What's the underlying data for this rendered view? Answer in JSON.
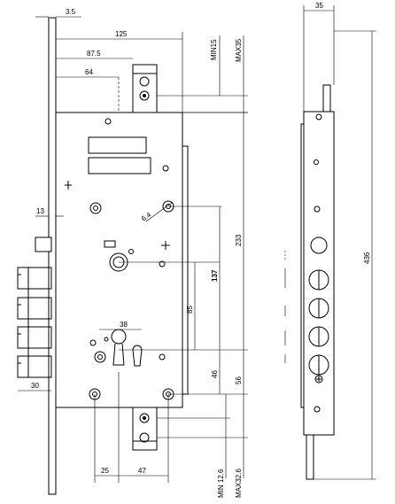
{
  "dimensions": {
    "backset_3_5": "3.5",
    "width_125": "125",
    "width_87_5": "87.5",
    "width_64": "64",
    "min_15": "MIN15",
    "max_35": "MAX35",
    "angle_6_4": "6.4",
    "offset_13": "13",
    "height_233": "233",
    "height_137": "137",
    "height_85": "85",
    "width_38": "38",
    "height_46": "46",
    "height_56": "56",
    "width_30": "30",
    "width_25": "25",
    "width_47": "47",
    "min_12_6": "MIN 12.6",
    "max_32_6": "MAX32.6",
    "side_width_35": "35",
    "total_height_436": "436"
  }
}
